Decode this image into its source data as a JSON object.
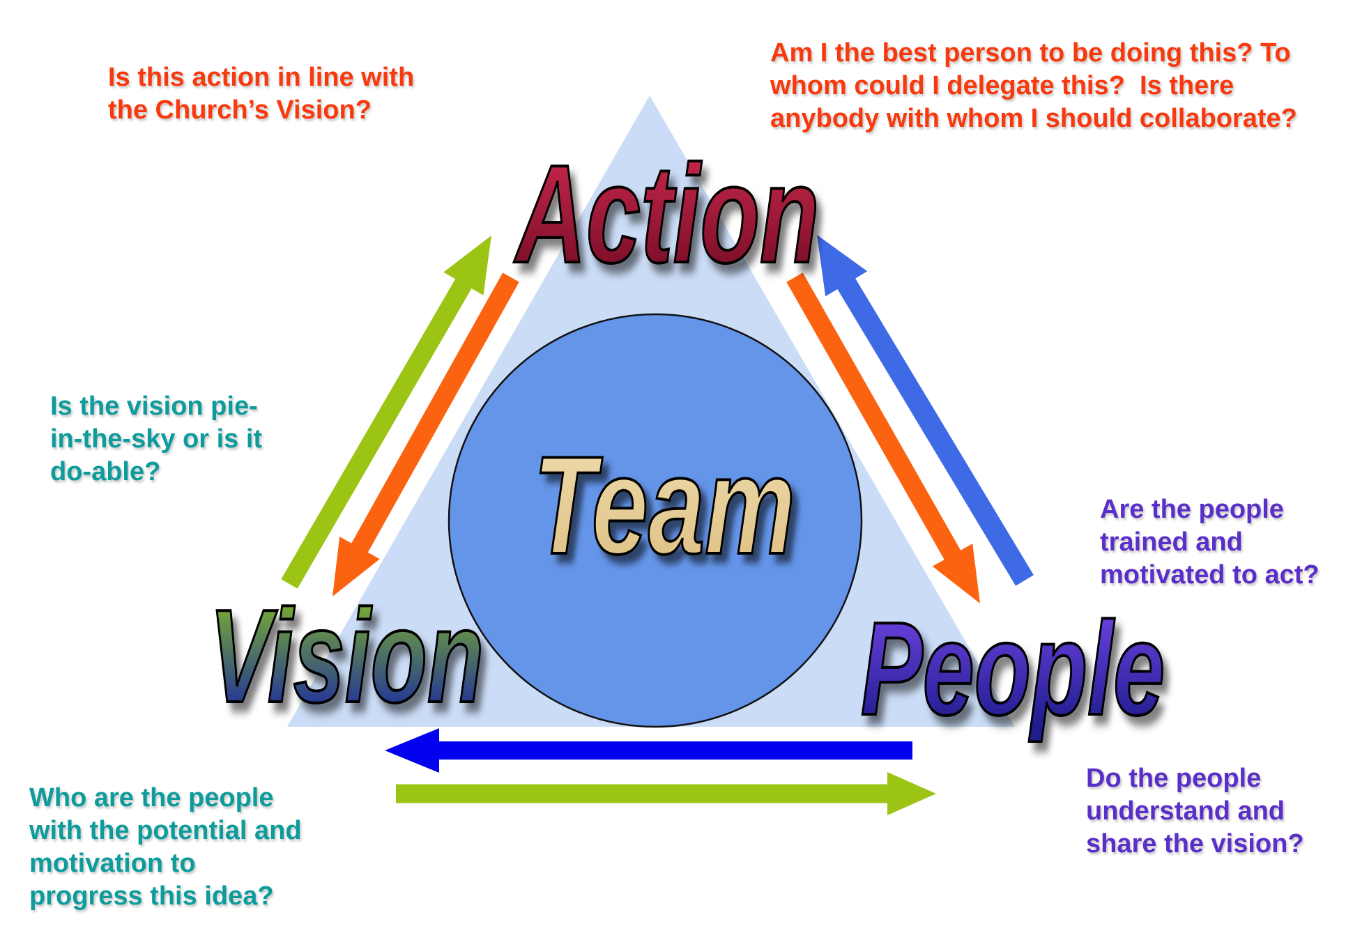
{
  "diagram": {
    "vertices": {
      "action": "Action",
      "vision": "Vision",
      "people": "People"
    },
    "center": "Team"
  },
  "annotations": {
    "action_alignment": {
      "lines": [
        "Is this action in line with",
        "the Church’s Vision?"
      ]
    },
    "delegation": {
      "lines": [
        "Am I the best person to be doing this? To",
        "whom could I delegate this?  Is there",
        "anybody with whom I should collaborate?"
      ]
    },
    "vision_feasibility": {
      "lines": [
        "Is the vision pie-",
        "in-the-sky or is it",
        "do-able?"
      ]
    },
    "people_readiness": {
      "lines": [
        "Are the people",
        "trained and",
        "motivated to act?"
      ]
    },
    "people_potential": {
      "lines": [
        "Who are the people",
        "with the potential and",
        "motivation to",
        "progress this idea?"
      ]
    },
    "shared_vision": {
      "lines": [
        "Do the people",
        "understand and",
        "share the vision?"
      ]
    }
  },
  "colors": {
    "question_red": "#f8390d",
    "question_teal": "#0d9b9b",
    "question_purple": "#5a2fc9",
    "triangle_fill": "#cbdcf6",
    "circle_fill": "#6495e9",
    "circle_stroke": "#111111",
    "arrow_green": "#9cc414",
    "arrow_orange": "#fb6310",
    "arrow_royal_blue": "#3e6ae6",
    "arrow_blue": "#0202ee",
    "action_grad_top": "#d02a50",
    "action_grad_bottom": "#6e0a22",
    "vision_grad_top": "#7cb22c",
    "vision_grad_bottom": "#20309c",
    "people_grad_top": "#6b42dd",
    "people_grad_bottom": "#1f1c8e",
    "team_grad_top": "#f0dcae",
    "team_grad_bottom": "#ddbf82"
  }
}
